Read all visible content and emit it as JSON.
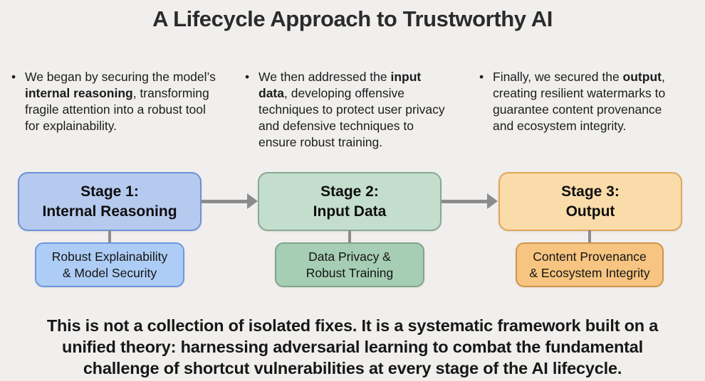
{
  "title": "A Lifecycle Approach to Trustworthy AI",
  "bullet_char": "•",
  "bullets": [
    {
      "segments": [
        {
          "text": "We began by securing the model’s ",
          "bold": false
        },
        {
          "text": "internal reasoning",
          "bold": true
        },
        {
          "text": ", transforming fragile attention into a robust tool for explainability.",
          "bold": false
        }
      ]
    },
    {
      "segments": [
        {
          "text": "We then addressed the ",
          "bold": false
        },
        {
          "text": "input data",
          "bold": true
        },
        {
          "text": ", developing offensive techniques to protect user privacy and defensive techniques to ensure robust training.",
          "bold": false
        }
      ]
    },
    {
      "segments": [
        {
          "text": "Finally, we secured the ",
          "bold": false
        },
        {
          "text": "output",
          "bold": true
        },
        {
          "text": ", creating resilient watermarks to guarantee content provenance and ecosystem integrity.",
          "bold": false
        }
      ]
    }
  ],
  "stages": [
    {
      "title_line1": "Stage 1:",
      "title_line2": "Internal Reasoning",
      "sub_line1": "Robust Explainability",
      "sub_line2": "& Model Security",
      "box_fill": "#b6caef",
      "box_border": "#6e91d6",
      "sub_fill": "#aecdf6",
      "sub_border": "#6e96e0"
    },
    {
      "title_line1": "Stage 2:",
      "title_line2": "Input Data",
      "sub_line1": "Data Privacy &",
      "sub_line2": "Robust Training",
      "box_fill": "#c3decd",
      "box_border": "#8ba994",
      "sub_fill": "#a6ceb4",
      "sub_border": "#7fa489"
    },
    {
      "title_line1": "Stage 3:",
      "title_line2": "Output",
      "sub_line1": "Content Provenance",
      "sub_line2": "& Ecosystem Integrity",
      "box_fill": "#fadcaa",
      "box_border": "#dfa659",
      "sub_fill": "#f7c581",
      "sub_border": "#d2954a"
    }
  ],
  "arrow_color": "#8c8c8c",
  "footer": {
    "lines": [
      "This is not a collection of isolated fixes. It is a systematic framework built on a",
      "unified theory: harnessing adversarial learning to combat the fundamental",
      "challenge of shortcut vulnerabilities at every stage of the AI lifecycle."
    ]
  }
}
